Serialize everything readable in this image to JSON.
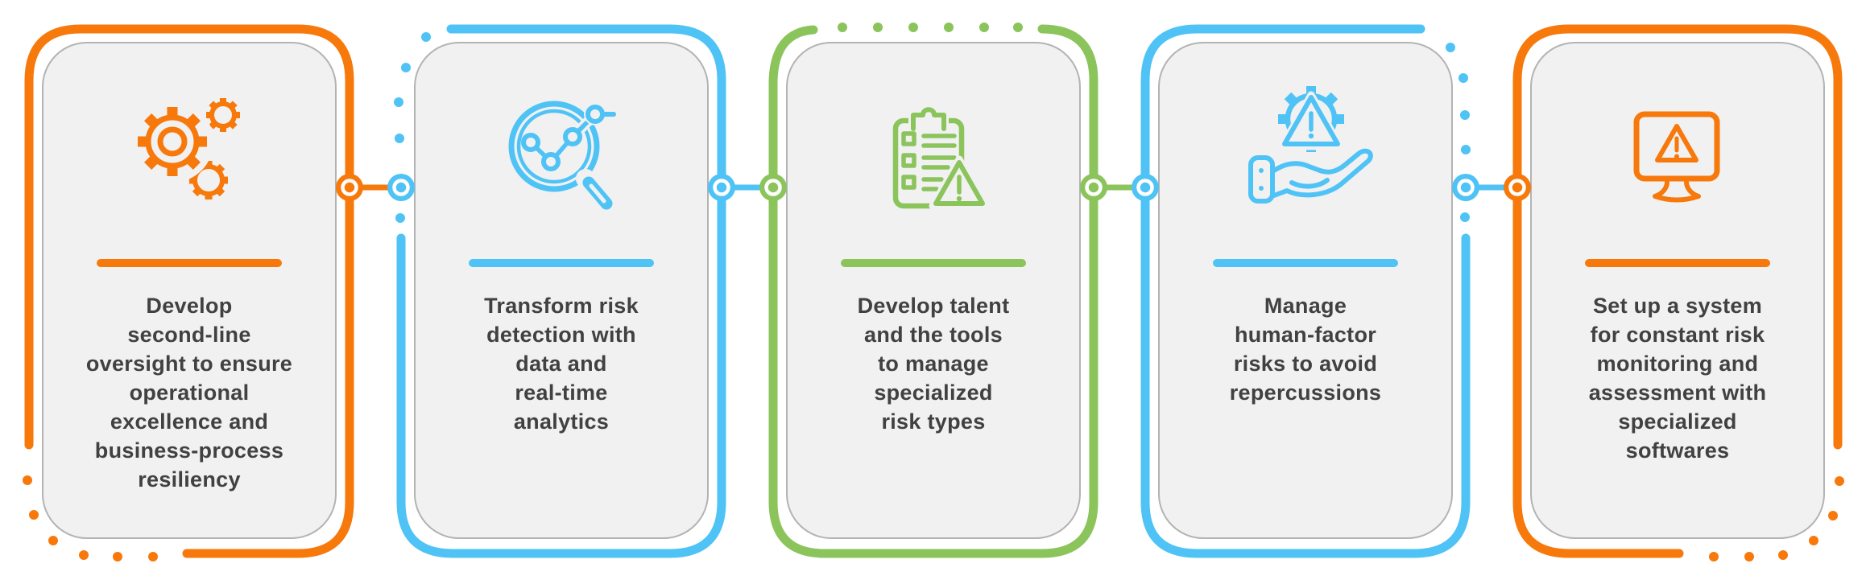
{
  "palette": {
    "orange": "#F7790B",
    "blue": "#4FC3F5",
    "green": "#8CC45C",
    "card_fill": "#F1F1F2",
    "card_outline": "#B3B3B3",
    "text": "#414141",
    "connector_ring": "#FFFFFF"
  },
  "steps": [
    {
      "index": 1,
      "color_name": "orange",
      "color": "#F7790B",
      "icon": "gears-icon",
      "text": "Develop\nsecond-line\noversight to ensure\noperational\nexcellence and\nbusiness-process\nresiliency"
    },
    {
      "index": 2,
      "color_name": "blue",
      "color": "#4FC3F5",
      "icon": "magnifier-analytics-icon",
      "text": "Transform risk\ndetection with\ndata and\nreal-time\nanalytics"
    },
    {
      "index": 3,
      "color_name": "green",
      "color": "#8CC45C",
      "icon": "clipboard-risk-checklist-icon",
      "text": "Develop talent\nand the tools\nto manage\nspecialized\nrisk types"
    },
    {
      "index": 4,
      "color_name": "blue",
      "color": "#4FC3F5",
      "icon": "hand-gear-warning-icon",
      "text": "Manage\nhuman-factor\nrisks to avoid\nrepercussions"
    },
    {
      "index": 5,
      "color_name": "orange",
      "color": "#F7790B",
      "icon": "monitor-warning-icon",
      "text": "Set up a system\nfor constant risk\nmonitoring and\nassessment with\nspecialized\nsoftwares"
    }
  ]
}
